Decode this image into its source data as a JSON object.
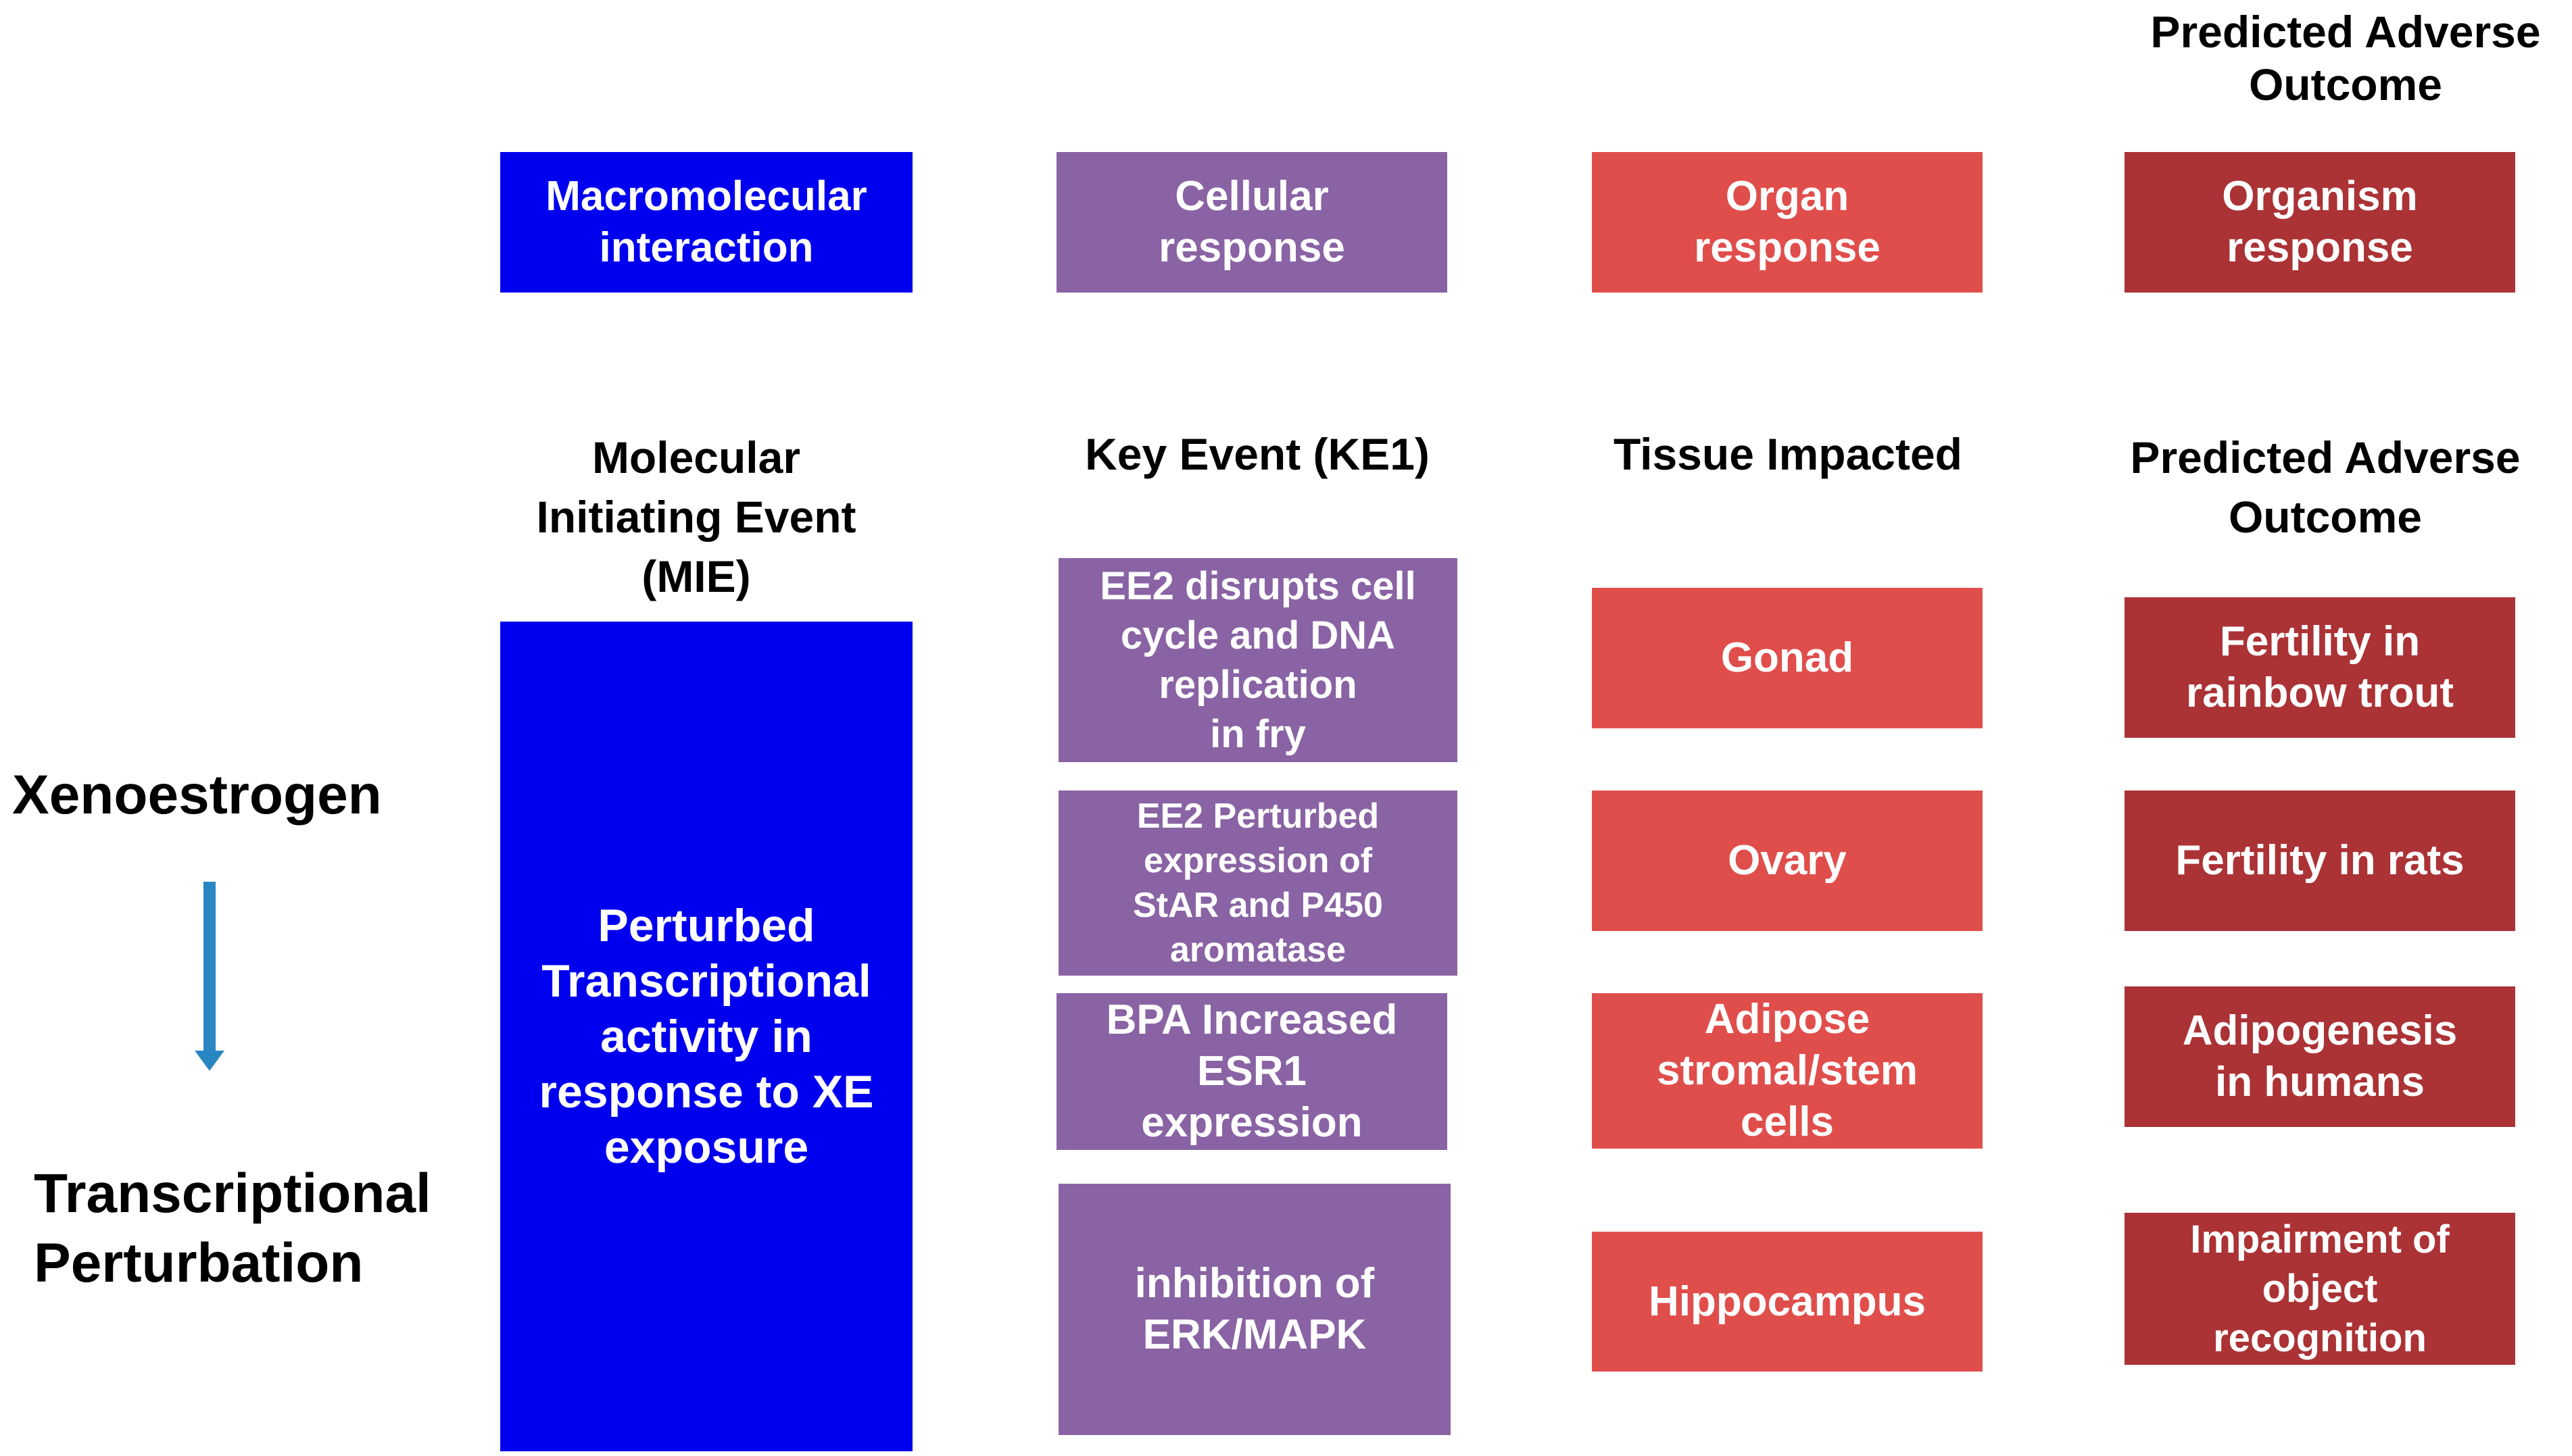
{
  "top_headings": {
    "adverse_outcome": "Predicted Adverse\nOutcome"
  },
  "level_boxes": {
    "macromolecular": "Macromolecular\ninteraction",
    "cellular": "Cellular\nresponse",
    "organ": "Organ\nresponse",
    "organism": "Organism\nresponse"
  },
  "column_headings": {
    "mie": "Molecular\nInitiating Event\n(MIE)",
    "key_event": "Key Event (KE1)",
    "tissue": "Tissue Impacted",
    "outcome": "Predicted Adverse\nOutcome"
  },
  "side_labels": {
    "xenoestrogen": "Xenoestrogen",
    "transcriptional": "Transcriptional\nPerturbation"
  },
  "mie_box": "Perturbed\nTranscriptional\nactivity in\nresponse to XE\nexposure",
  "key_events": [
    "EE2 disrupts cell\ncycle and DNA\nreplication\nin fry",
    "EE2 Perturbed\nexpression of\nStAR and P450\naromatase",
    "BPA Increased\nESR1\nexpression",
    "inhibition of\nERK/MAPK"
  ],
  "tissues": [
    "Gonad",
    "Ovary",
    "Adipose\nstromal/stem\ncells",
    "Hippocampus"
  ],
  "outcomes": [
    "Fertility in\nrainbow trout",
    "Fertility in rats",
    "Adipogenesis\nin humans",
    "Impairment of\nobject\nrecognition"
  ],
  "colors": {
    "molecular": "#0000ef",
    "cellular": "#8963a4",
    "organ": "#e04e4c",
    "organism": "#ab3235",
    "arrow": "#2a86c2"
  }
}
